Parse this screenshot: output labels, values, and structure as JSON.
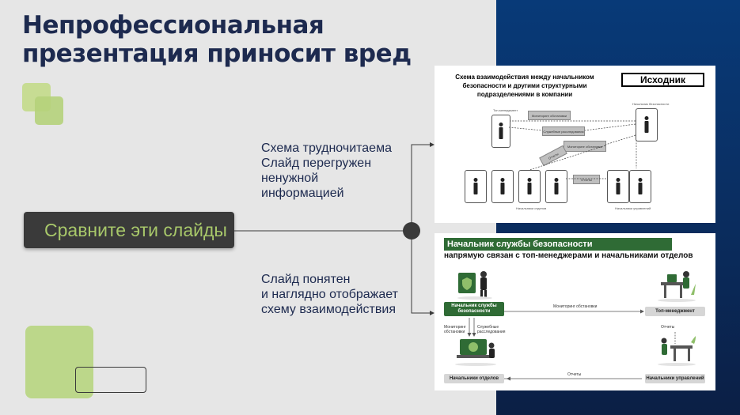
{
  "title": "Непрофессиональная презентация приносит вред",
  "compare_label": "Сравните эти слайды",
  "desc_bad": [
    "Схема трудночитаема",
    "Слайд перегружен",
    "ненужной информацией"
  ],
  "desc_good": [
    "Слайд понятен",
    "и наглядно отображает",
    "схему взаимодействия"
  ],
  "slide_bad": {
    "title": "Схема взаимодействия между начальником безопасности и другими структурными подразделениями в компании",
    "tag": "Исходник",
    "small_left": "Топ-менеджмент",
    "small_right": "Начальник безопасности",
    "box1": "Мониторинг обстановки",
    "box2": "Служебные расследования",
    "box3": "Мониторинг обстановки",
    "box4": "Отчеты",
    "box5": "Отчеты",
    "bottom_left": "Начальники отделов",
    "bottom_right": "Начальники управлений"
  },
  "slide_good": {
    "header": "Начальник службы безопасности",
    "subheader": "напрямую связан с топ-менеджерами и начальниками отделов",
    "node_chief": "Начальник службы безопасности",
    "node_top": "Топ-менеджмент",
    "node_depts": "Начальники отделов",
    "node_mgmt": "Начальники управлений",
    "edge_monitor_top": "Мониторинг обстановки",
    "edge_monitor_left": "Мониторинг обстановки",
    "edge_investigations": "Служебные расследования",
    "edge_reports_right": "Отчеты",
    "edge_reports_bottom": "Отчеты"
  },
  "colors": {
    "title": "#1d2a4f",
    "accent_green": "#a8c86a",
    "dark_button": "#3a3a3a",
    "blue_panel": "#083a78",
    "slide_green": "#2f6b35"
  }
}
